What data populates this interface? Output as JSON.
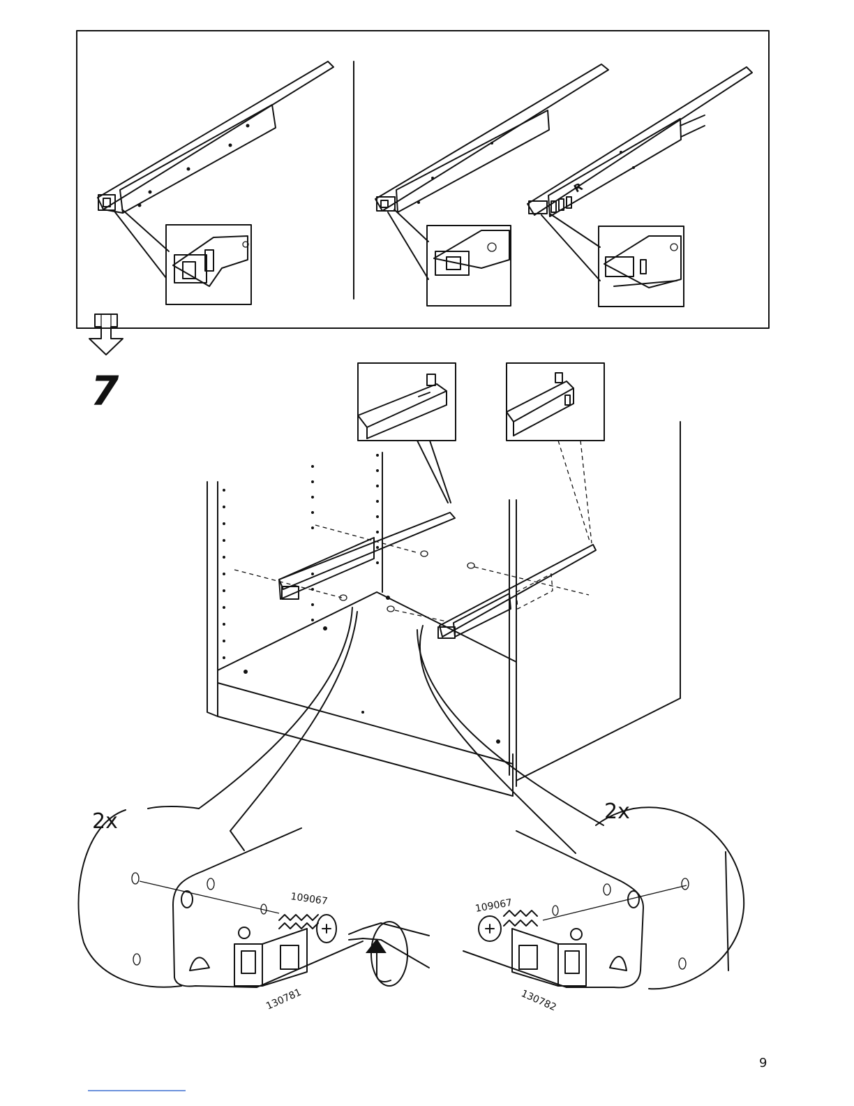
{
  "step": {
    "number": "7"
  },
  "callouts": {
    "left_quantity": "2x",
    "right_quantity": "2x"
  },
  "parts": {
    "screw_left": "109067",
    "screw_right": "109067",
    "bracket_left": "130781",
    "bracket_right": "130782"
  },
  "rail_marking": "R",
  "page": {
    "number": "9"
  }
}
